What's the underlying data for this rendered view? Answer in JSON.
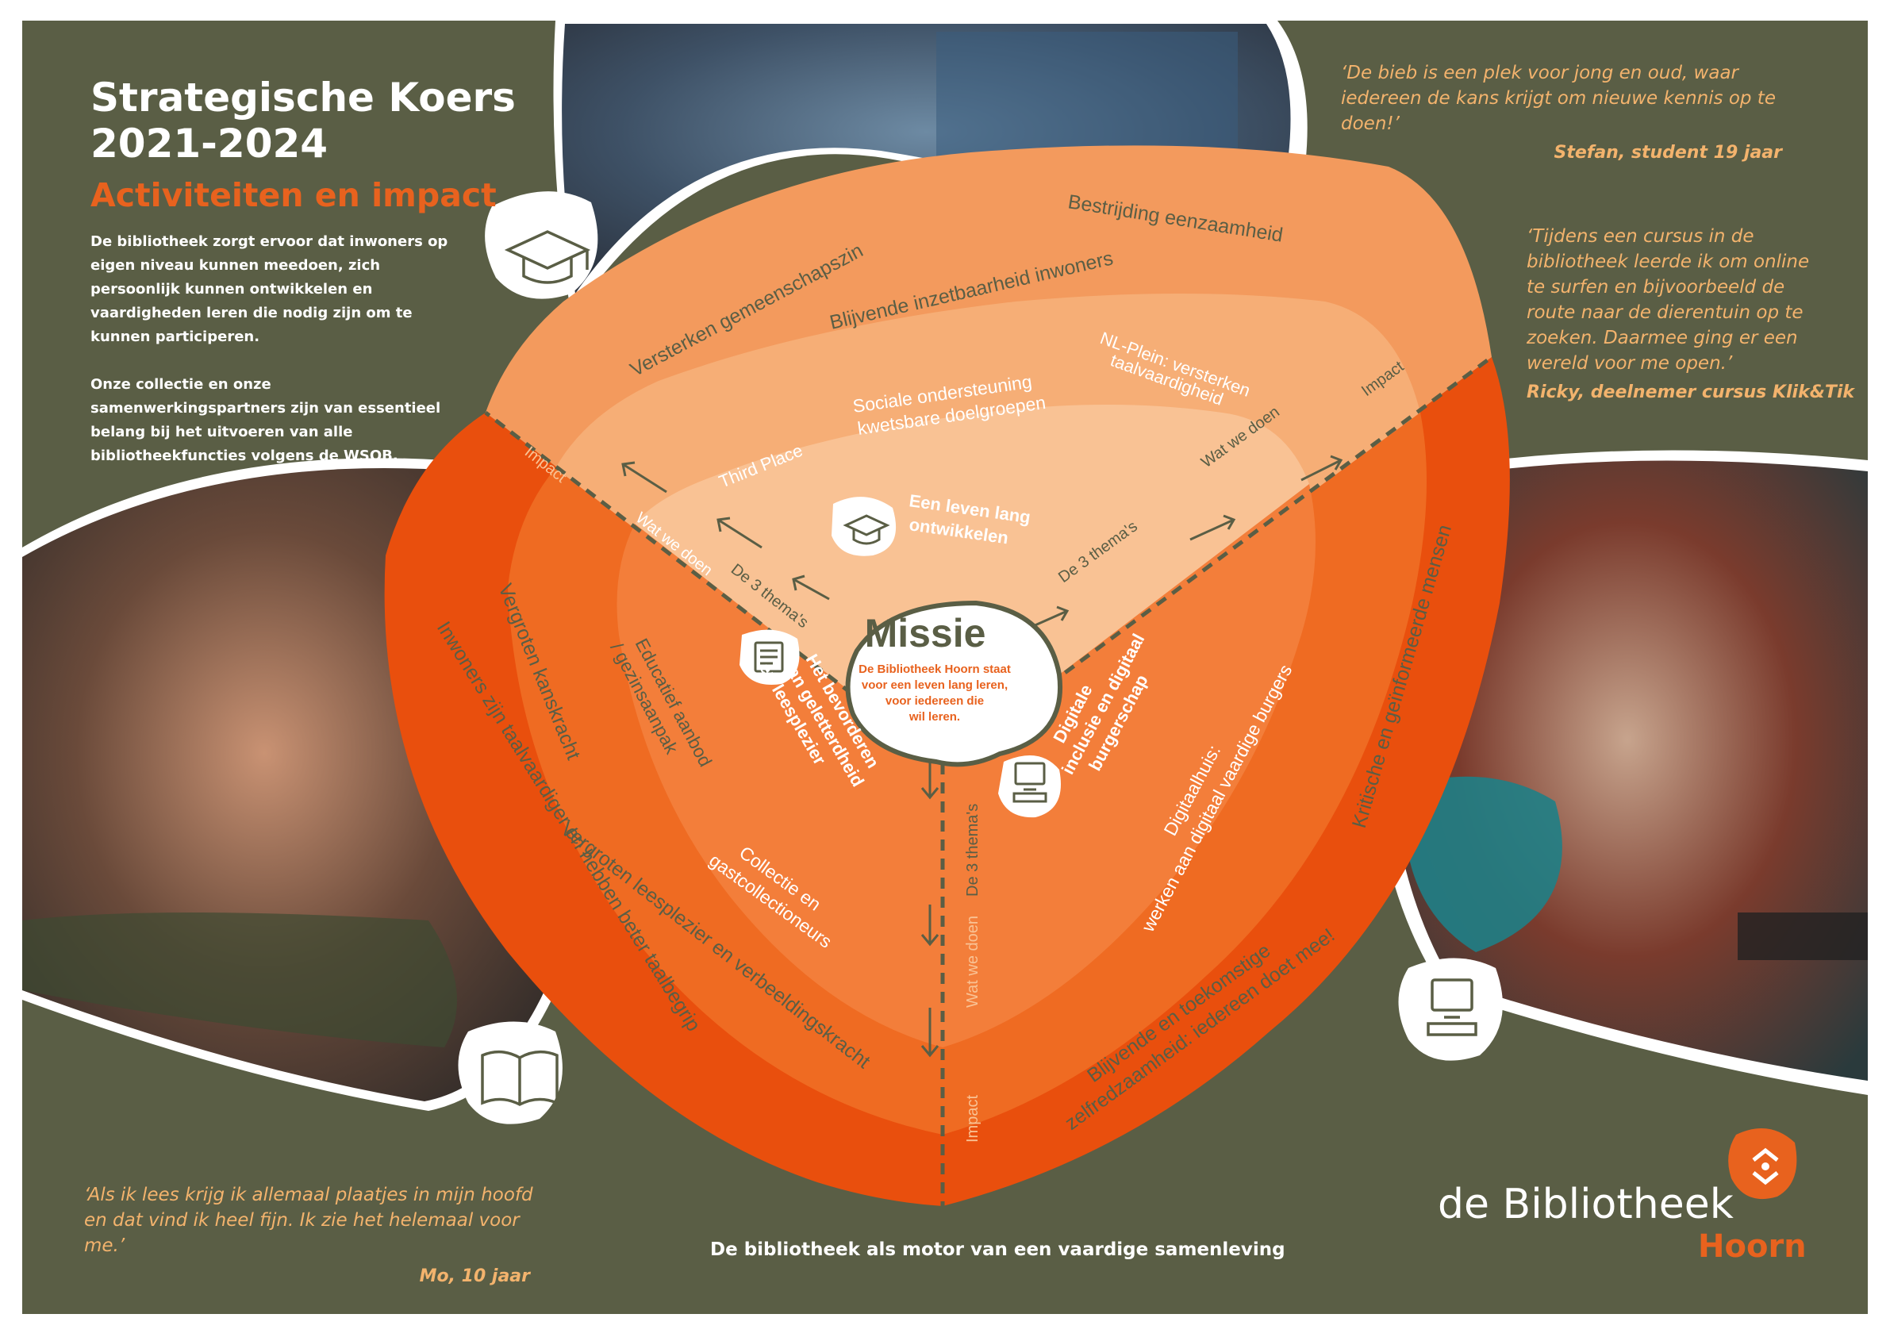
{
  "header": {
    "title_line1": "Strategische Koers",
    "title_line2": "2021-2024",
    "subtitle": "Activiteiten en impact",
    "intro_p1": "De bibliotheek zorgt ervoor dat inwoners op eigen niveau kunnen meedoen, zich persoonlijk kunnen ontwikkelen en vaardigheden leren die nodig zijn om te kunnen participeren.",
    "intro_p2": "Onze collectie en onze samenwerkingspartners zijn van essentieel belang bij het uitvoeren van alle bibliotheekfuncties volgens de WSOB."
  },
  "quotes": {
    "stefan": {
      "text": "‘De bieb is een plek voor jong en oud, waar iedereen de kans krijgt om nieuwe kennis op te doen!’",
      "author": "Stefan, student 19 jaar"
    },
    "ricky": {
      "text": "‘Tijdens een cursus in de bibliotheek leerde ik om online te surfen en bijvoorbeeld de route naar de dierentuin op te zoeken. Daarmee ging er een wereld voor me open.’",
      "author": "Ricky, deelnemer cursus Klik&Tik"
    },
    "mo": {
      "text": "‘Als ik lees krijg ik allemaal plaatjes in mijn hoofd en dat vind ik heel fijn. Ik zie het helemaal voor me.’",
      "author": "Mo, 10 jaar"
    }
  },
  "diagram": {
    "center": {
      "title": "Missie",
      "text_line1": "De Bibliotheek Hoorn staat",
      "text_line2": "voor een leven lang leren,",
      "text_line3": "voor iedereen die",
      "text_line4": "wil leren."
    },
    "layers": {
      "themes": "De 3 thema's",
      "activities": "Wat we doen",
      "impact": "Impact"
    },
    "theme_learning": {
      "line1": "Een leven lang",
      "line2": "ontwikkelen"
    },
    "theme_literacy": {
      "line1": "Het bevorderen",
      "line2": "van geletterdheid",
      "line3": "en leesplezier"
    },
    "theme_digital": {
      "line1": "Digitale",
      "line2": "inclusie en digitaal",
      "line3": "burgerschap"
    },
    "activities_learning": {
      "third_place": "Third Place",
      "social_line1": "Sociale ondersteuning",
      "social_line2": "kwetsbare doelgroepen",
      "nl_line1": "NL-Plein: versterken",
      "nl_line2": "taalvaardigheid"
    },
    "activities_literacy": {
      "edu_line1": "Educatief aanbod",
      "edu_line2": "/ gezinsaanpak",
      "coll_line1": "Collectie en",
      "coll_line2": "gastcollectioneurs"
    },
    "activities_digital": {
      "dh_line1": "Digitaalhuis:",
      "dh_line2": "werken aan digitaal vaardige burgers"
    },
    "impact_learning": {
      "i1": "Versterken gemeenschapszin",
      "i2": "Blijvende inzetbaarheid inwoners",
      "i3": "Bestrijding eenzaamheid"
    },
    "impact_literacy": {
      "i1": "Vergroten kanskracht",
      "i2": "Inwoners zijn taalvaardiger en hebben beter taalbegrip",
      "i3": "Vergroten leesplezier en verbeeldingskracht"
    },
    "impact_digital": {
      "i1": "Kritische en geïnformeerde mensen",
      "i2": "Blijvende en toekomstige",
      "i3": "zelfredzaamheid: iedereen doet mee!"
    }
  },
  "footer": {
    "tagline": "De bibliotheek als motor van een vaardige samenleving",
    "brand": "de Bibliotheek",
    "brand_location": "Hoorn"
  },
  "icons": [
    "graduation-cap-icon",
    "open-book-icon",
    "computer-icon"
  ],
  "colors": {
    "background": "#5a5e45",
    "accent": "#e8621e",
    "dark_orange": "#e94f0d",
    "light_orange": "#f39a5d",
    "quote": "#f3b36d",
    "label": "#5a5e45"
  }
}
